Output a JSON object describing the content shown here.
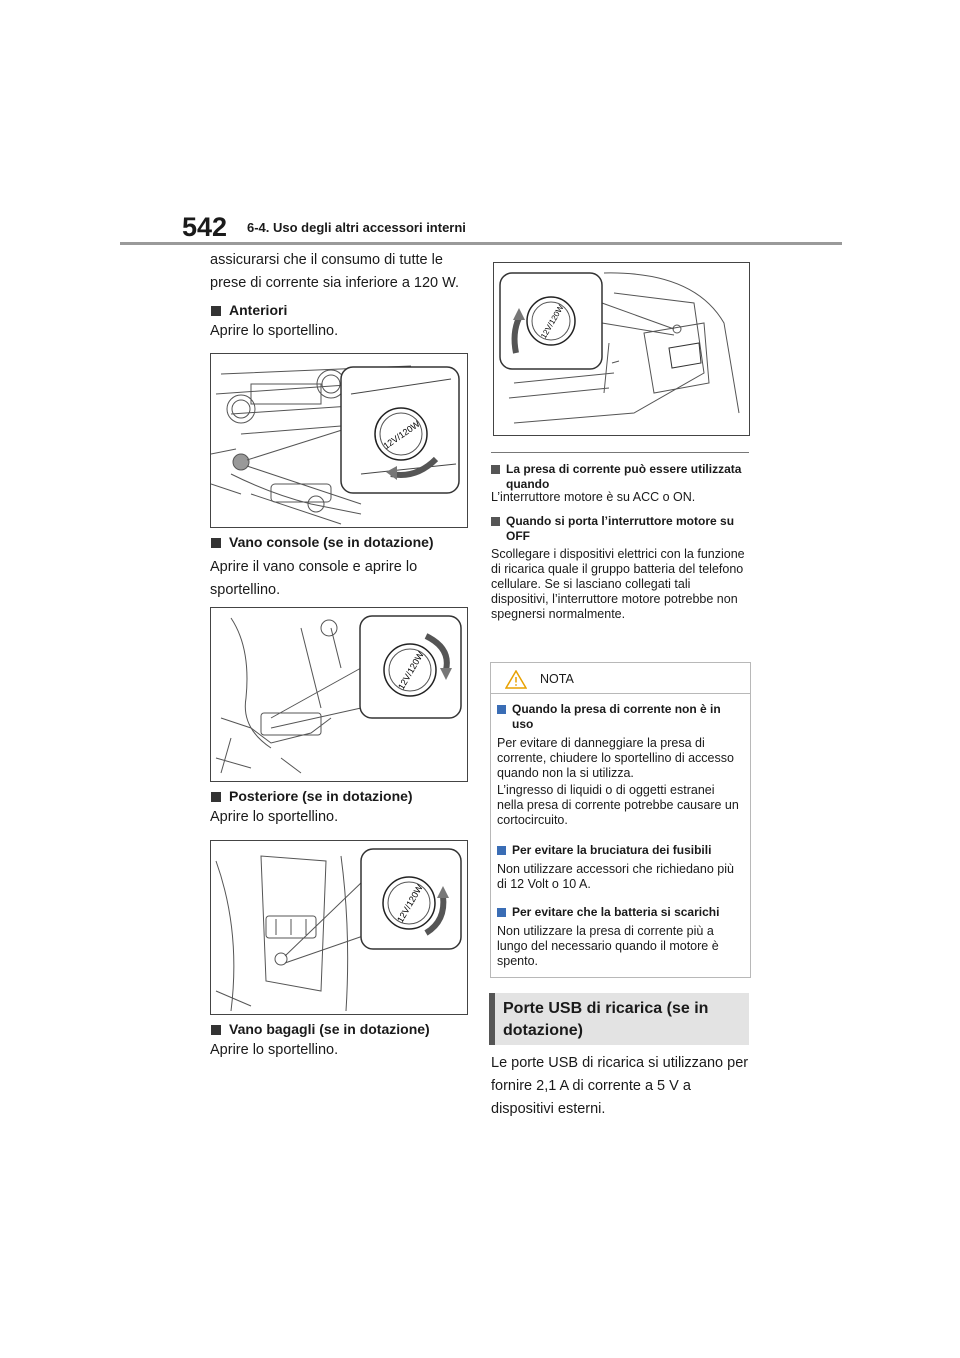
{
  "header": {
    "page_number": "542",
    "section": "6-4. Uso degli altri accessori interni"
  },
  "left": {
    "intro": "assicurarsi che il consumo di tutte le prese di corrente sia inferiore a 120 W.",
    "front": {
      "heading": "Anteriori",
      "text": "Aprire lo sportellino."
    },
    "console": {
      "heading": "Vano console (se in dotazione)",
      "text": "Aprire il vano console e aprire lo sportellino."
    },
    "rear": {
      "heading": "Posteriore (se in dotazione)",
      "text": "Aprire lo sportellino."
    },
    "luggage": {
      "heading": "Vano bagagli (se in dotazione)",
      "text": "Aprire lo sportellino."
    }
  },
  "right": {
    "usable": {
      "heading": "La presa di corrente può essere utilizzata quando",
      "text": "L’interruttore motore è su ACC o ON."
    },
    "off": {
      "heading": "Quando si porta l’interruttore motore su OFF",
      "text": "Scollegare i dispositivi elettrici con la funzione di ricarica quale il gruppo batteria del telefono cellulare. Se si lasciano collegati tali dispositivi, l’interruttore motore potrebbe non spegnersi normalmente."
    },
    "nota": {
      "label": "NOTA",
      "items": [
        {
          "heading": "Quando la presa di corrente non è in uso",
          "paragraphs": [
            "Per evitare di danneggiare la presa di corrente, chiudere lo sportellino di accesso quando non la si utilizza.",
            "L’ingresso di liquidi o di oggetti estranei nella presa di corrente potrebbe causare un cortocircuito."
          ]
        },
        {
          "heading": "Per evitare la bruciatura dei fusibili",
          "paragraphs": [
            "Non utilizzare accessori che richiedano più di 12 Volt o 10 A."
          ]
        },
        {
          "heading": "Per evitare che la batteria si scarichi",
          "paragraphs": [
            "Non utilizzare la presa di corrente più a lungo del necessario quando il motore è spento."
          ]
        }
      ]
    },
    "usb": {
      "title": "Porte USB di ricarica (se in dotazione)",
      "text": "Le porte USB di ricarica si utilizzano per fornire 2,1 A di corrente a 5 V a dispositivi esterni."
    },
    "socket_label": "12V/120W"
  },
  "colors": {
    "rule": "#9a9a9a",
    "nota_square": "#3a6db5",
    "usb_title_bg": "#e3e3e3"
  },
  "icons": [
    "warning-triangle-icon",
    "rotate-arrow-icon"
  ]
}
